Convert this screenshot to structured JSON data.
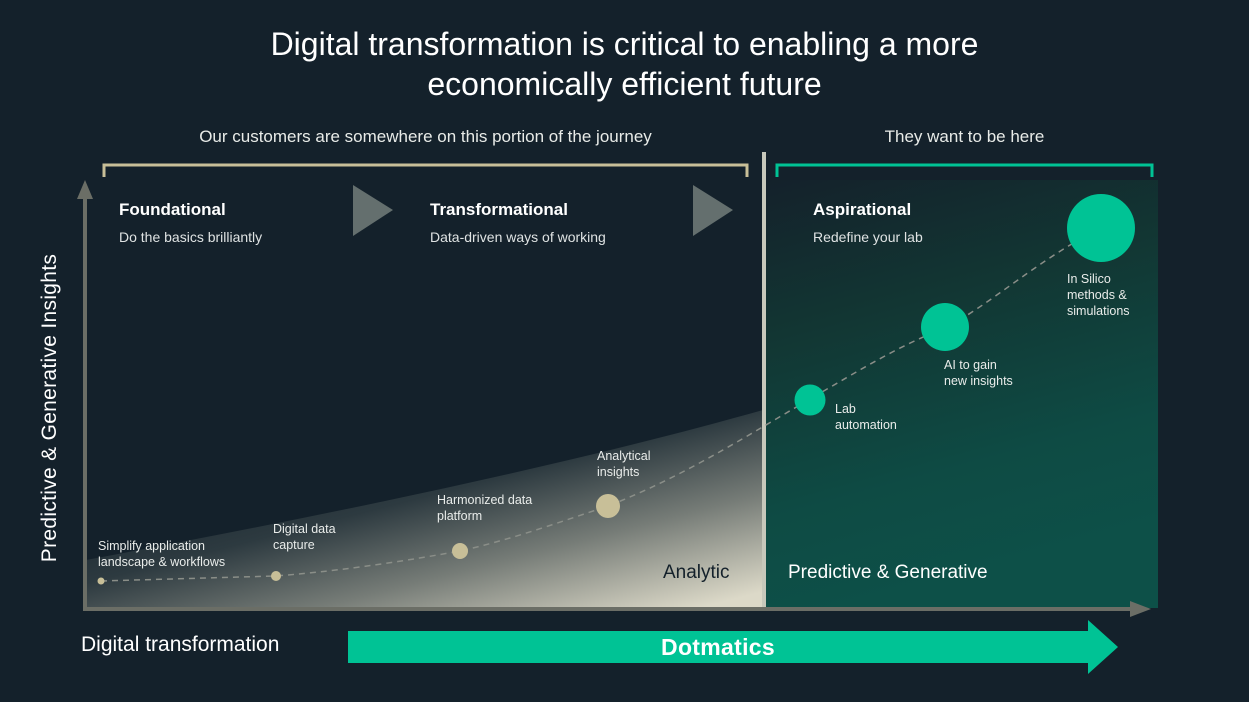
{
  "title": {
    "line1": "Digital transformation is critical to enabling a more",
    "line2": "economically efficient future"
  },
  "brackets": {
    "current": "Our customers are somewhere on this portion of the journey",
    "target": "They want to be here"
  },
  "stages": [
    {
      "title": "Foundational",
      "subtitle": "Do the basics brilliantly"
    },
    {
      "title": "Transformational",
      "subtitle": "Data-driven ways of working"
    },
    {
      "title": "Aspirational",
      "subtitle": "Redefine your lab"
    }
  ],
  "points": [
    {
      "label1": "Simplify application",
      "label2": "landscape & workflows"
    },
    {
      "label1": "Digital data",
      "label2": "capture"
    },
    {
      "label1": "Harmonized data",
      "label2": "platform"
    },
    {
      "label1": "Analytical",
      "label2": "insights"
    },
    {
      "label1": "Lab",
      "label2": "automation"
    },
    {
      "label1": "AI to gain",
      "label2": "new insights"
    },
    {
      "label1": "In Silico",
      "label2": "methods &",
      "label3": "simulations"
    }
  ],
  "regions": {
    "analytic": "Analytic",
    "predictive": "Predictive & Generative"
  },
  "axes": {
    "y": "Predictive & Generative  Insights",
    "x": "Digital transformation"
  },
  "brand": "Dotmatics",
  "colors": {
    "background": "#14212b",
    "accent_green": "#00c395",
    "panel_green": "#0d5048",
    "beige": "#c8bf98",
    "axis_gray": "#6b6e66",
    "chevron_gray": "#646f6e"
  }
}
